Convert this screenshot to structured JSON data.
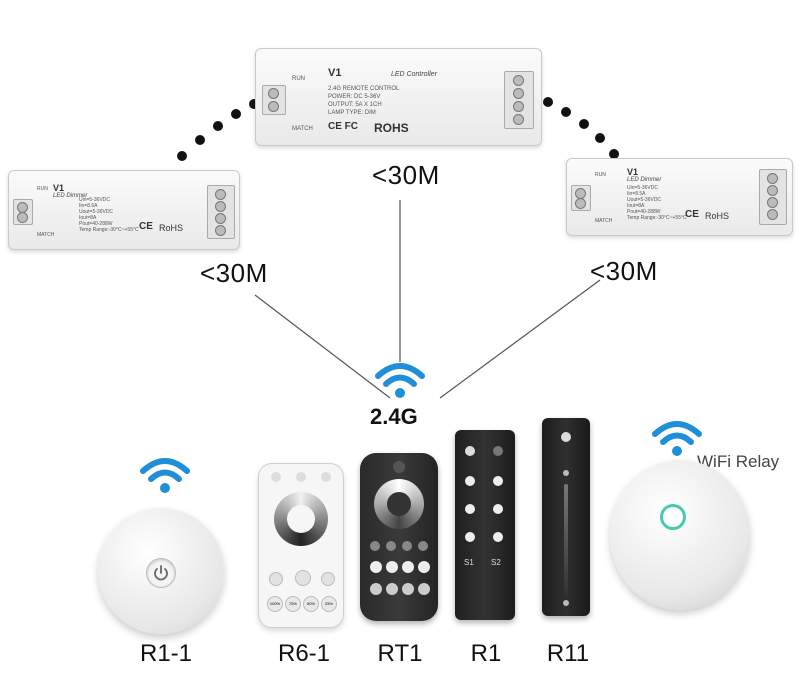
{
  "controllers": {
    "top": {
      "title": "V1",
      "subtitle": "LED Controller",
      "specs": "2.4G REMOTE CONTROL\nPOWER: DC 5-36V\nOUTPUT: 5A X 1CH\nLAMP TYPE: DIM",
      "cert": "CE FC",
      "rohs": "ROHS",
      "run": "RUN",
      "match": "MATCH"
    },
    "left": {
      "title": "V1",
      "subtitle": "LED Dimmer",
      "specs": "Uin=5-36VDC\nIin=8.6A\nUout=5-36VDC\nIout=8A\nPout=40-288W\nTemp Range:-30°C~+55°C",
      "cert": "CE",
      "rohs": "RoHS",
      "run": "RUN",
      "match": "MATCH"
    },
    "right": {
      "title": "V1",
      "subtitle": "LED Dimmer",
      "specs": "Uin=5-36VDC\nIin=8.5A\nUout=5-36VDC\nIout=8A\nPout=40-288W\nTemp Range:-30°C~+55°C",
      "cert": "CE",
      "rohs": "RoHS",
      "run": "RUN",
      "match": "MATCH"
    }
  },
  "distances": {
    "top": "<30M",
    "left": "<30M",
    "right": "<30M"
  },
  "frequency": "2.4G",
  "wifi_relay_label": "WiFi Relay",
  "remote_labels": {
    "r1_1": "R1-1",
    "r6_1": "R6-1",
    "rt1": "RT1",
    "r1": "R1",
    "r11": "R11"
  },
  "remote_text": {
    "r1_s1": "S1",
    "r1_s2": "S2",
    "r6_pct": [
      "100%",
      "75%",
      "50%",
      "25%"
    ]
  },
  "colors": {
    "wifi_blue": "#1f8fd8",
    "remote_dark": "#2b2b2b",
    "controller_body": "#f2f2f2"
  }
}
